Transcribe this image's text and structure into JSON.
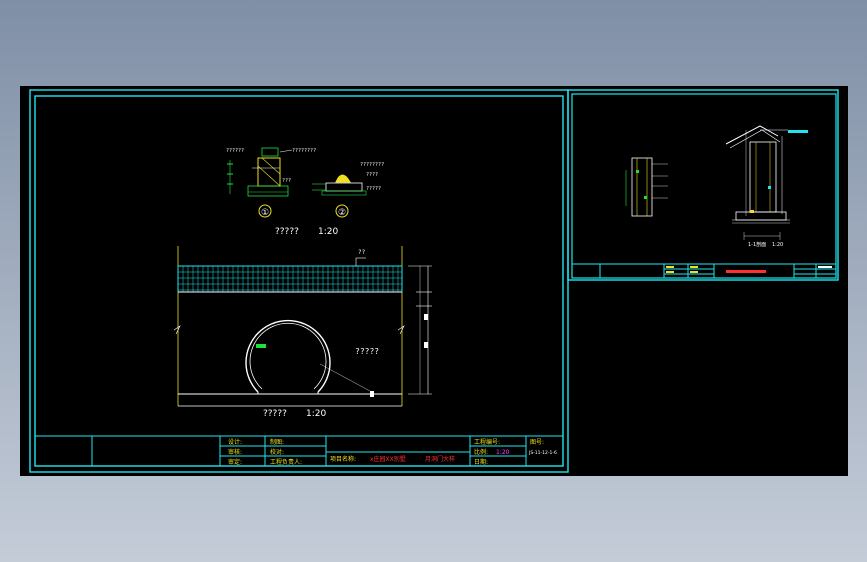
{
  "colors": {
    "background_top": "#7f8fa6",
    "background_bottom": "#c4ccd8",
    "drawing_bg": "#000000",
    "frame": "#1ee6f0",
    "lines": "#ffffff",
    "accent_yellow": "#f0e020",
    "accent_green": "#20e040",
    "accent_red": "#ff3030",
    "accent_magenta": "#ff40ff"
  },
  "main_sheet": {
    "detail_1": {
      "circle_label": "①",
      "labels": [
        "??????",
        "???",
        "????????"
      ]
    },
    "detail_2": {
      "circle_label": "②",
      "labels": [
        "????????",
        "????",
        "?????"
      ]
    },
    "detail_caption": "?????",
    "detail_scale": "1:20",
    "wall_label_top": "??",
    "moon_gate_label": "?????",
    "elevation_caption": "?????",
    "elevation_scale": "1:20",
    "title_block": {
      "row_labels": [
        "设计:",
        "审核:",
        "审定:"
      ],
      "row_values": [
        "制图:",
        "校对:",
        "工程负责人:"
      ],
      "project_label": "项目名称:",
      "project_name": "x庄园XX别墅",
      "drawing_name": "月洞门大样",
      "right_labels": [
        "工程编号:",
        "比例:",
        "日期:"
      ],
      "right_values": [
        "",
        "1:20",
        ""
      ],
      "sheet_label": "图号:",
      "sheet_value": "JS-11-12-1-6"
    }
  },
  "side_sheet": {
    "section_caption": "1-1剖面",
    "section_scale": "1:20",
    "title_block": {
      "cells": [
        "",
        "",
        "",
        "",
        "",
        ""
      ]
    }
  }
}
